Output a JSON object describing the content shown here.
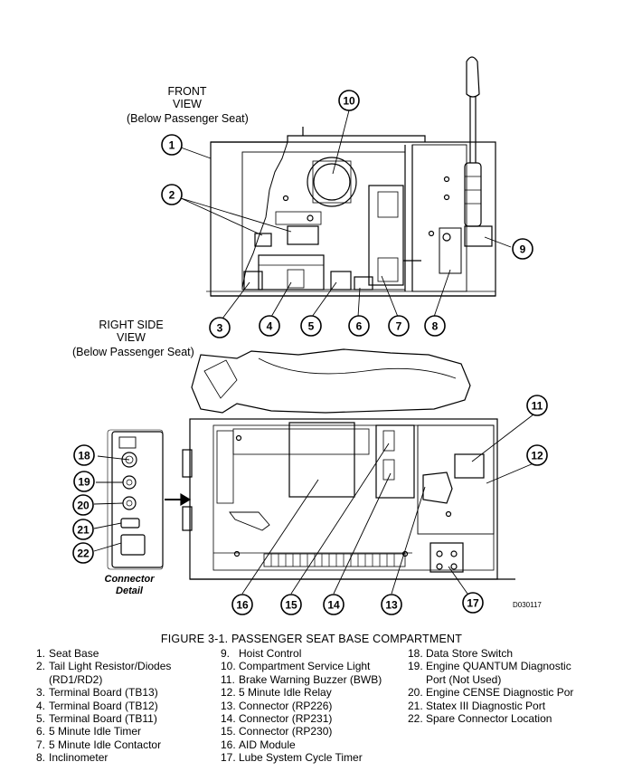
{
  "views": {
    "front": {
      "line1": "FRONT",
      "line2": "VIEW",
      "sub": "(Below Passenger Seat)"
    },
    "right": {
      "line1": "RIGHT SIDE",
      "line2": "VIEW",
      "sub": "(Below Passenger Seat)"
    }
  },
  "connector_detail": {
    "line1": "Connector",
    "line2": "Detail"
  },
  "drawing_id": "D030117",
  "figure_title": "FIGURE 3-1. PASSENGER SEAT BASE COMPARTMENT",
  "callouts": {
    "c1": "1",
    "c2": "2",
    "c3": "3",
    "c4": "4",
    "c5": "5",
    "c6": "6",
    "c7": "7",
    "c8": "8",
    "c9": "9",
    "c10": "10",
    "c11": "11",
    "c12": "12",
    "c13": "13",
    "c14": "14",
    "c15": "15",
    "c16": "16",
    "c17": "17",
    "c18": "18",
    "c19": "19",
    "c20": "20",
    "c21": "21",
    "c22": "22"
  },
  "legend": {
    "col1": [
      {
        "num": "1.",
        "text": "Seat Base"
      },
      {
        "num": "2.",
        "text": "Tail Light Resistor/Diodes"
      },
      {
        "num": "",
        "text": "(RD1/RD2)"
      },
      {
        "num": "3.",
        "text": "Terminal Board (TB13)"
      },
      {
        "num": "4.",
        "text": "Terminal Board (TB12)"
      },
      {
        "num": "5.",
        "text": "Terminal Board (TB11)"
      },
      {
        "num": "6.",
        "text": "5 Minute Idle Timer"
      },
      {
        "num": "7.",
        "text": "5 Minute Idle Contactor"
      },
      {
        "num": "8.",
        "text": "Inclinometer"
      }
    ],
    "col2": [
      {
        "num": "9.",
        "text": "Hoist Control"
      },
      {
        "num": "10.",
        "text": "Compartment Service Light"
      },
      {
        "num": "11.",
        "text": "Brake Warning Buzzer (BWB)"
      },
      {
        "num": "12.",
        "text": "5 Minute Idle Relay"
      },
      {
        "num": "13.",
        "text": "Connector (RP226)"
      },
      {
        "num": "14.",
        "text": "Connector (RP231)"
      },
      {
        "num": "15.",
        "text": "Connector (RP230)"
      },
      {
        "num": "16.",
        "text": "AID Module"
      },
      {
        "num": "17.",
        "text": "Lube System Cycle Timer"
      }
    ],
    "col3": [
      {
        "num": "18.",
        "text": "Data Store Switch"
      },
      {
        "num": "19.",
        "text": "Engine QUANTUM Diagnostic"
      },
      {
        "num": "",
        "text": "Port (Not Used)"
      },
      {
        "num": "20.",
        "text": "Engine CENSE Diagnostic Por"
      },
      {
        "num": "21.",
        "text": "Statex III Diagnostic Port"
      },
      {
        "num": "22.",
        "text": "Spare Connector Location"
      }
    ]
  }
}
